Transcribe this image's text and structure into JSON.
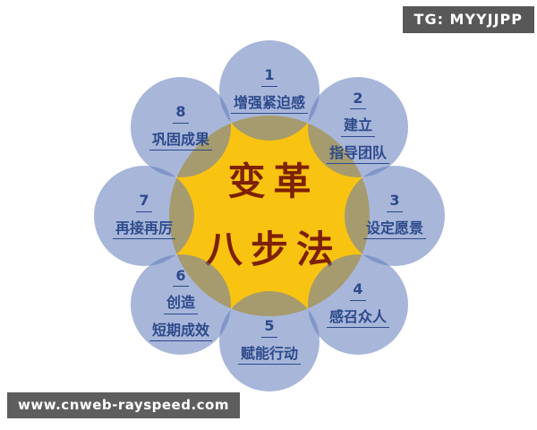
{
  "header": {
    "tag_label": "TG: MYYJJPP"
  },
  "footer": {
    "website": "www.cnweb-rayspeed.com"
  },
  "diagram": {
    "center": {
      "line1": "变革",
      "line2": "八步法"
    },
    "steps": [
      {
        "number": "1",
        "lines": [
          "增强紧迫感"
        ]
      },
      {
        "number": "2",
        "lines": [
          "建立",
          "指导团队"
        ]
      },
      {
        "number": "3",
        "lines": [
          "设定愿景"
        ]
      },
      {
        "number": "4",
        "lines": [
          "感召众人"
        ]
      },
      {
        "number": "5",
        "lines": [
          "赋能行动"
        ]
      },
      {
        "number": "6",
        "lines": [
          "创造",
          "短期成效"
        ]
      },
      {
        "number": "7",
        "lines": [
          "再接再厉"
        ]
      },
      {
        "number": "8",
        "lines": [
          "巩固成果"
        ]
      }
    ],
    "colors": {
      "core_yellow": "#f8c311",
      "petal_blue": "#a8b6da",
      "petal_overlap_olive": "#a59b6f",
      "step_text": "#2d4a8a",
      "center_text": "#7d2100",
      "tag_background": "#585858",
      "tag_text": "#ffffff"
    }
  }
}
